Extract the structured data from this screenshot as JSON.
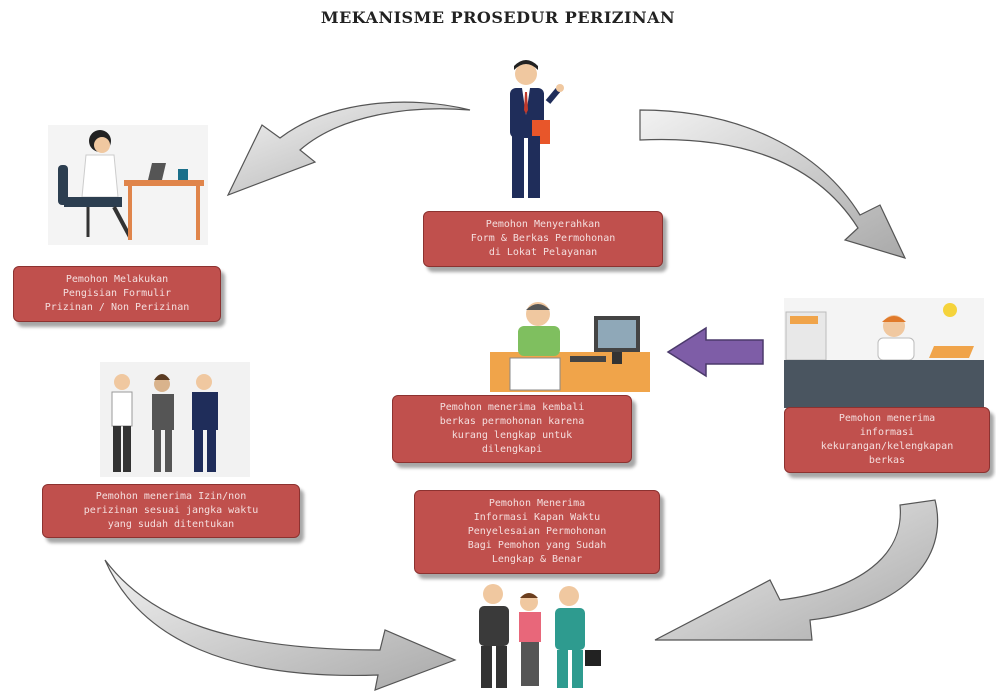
{
  "title": "MEKANISME PROSEDUR PERIZINAN",
  "steps": {
    "serah": "Pemohon Menyerahkan\nForm & Berkas Permohonan\ndi Lokat Pelayanan",
    "isi": "Pemohon Melakukan\nPengisian Formulir\nPrizinan / Non Perizinan",
    "informasi": "Pemohon menerima\ninformasi\nkekurangan/kelengkapan\nberkas",
    "kembali": "Pemohon menerima kembali\nberkas permohonan karena\nkurang lengkap  untuk\ndilengkapi",
    "waktu": "Pemohon Menerima\nInformasi Kapan Waktu\nPenyelesaian Permohonan\nBagi Pemohon yang Sudah\nLengkap & Benar",
    "izin": "Pemohon menerima Izin/non\nperizinan sesuai jangka waktu\nyang sudah ditentukan"
  }
}
